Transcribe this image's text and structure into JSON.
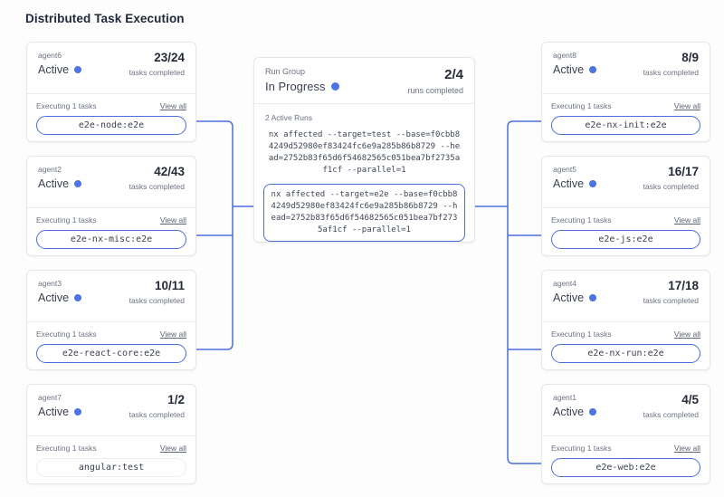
{
  "title": "Distributed Task Execution",
  "colors": {
    "accent": "#4a6edb",
    "status_dot": "#4c74e2"
  },
  "labels": {
    "tasks_completed": "tasks completed",
    "executing": "Executing 1 tasks",
    "view_all": "View all"
  },
  "agents_left": [
    {
      "name": "agent6",
      "status": "Active",
      "count": "23/24",
      "task": "e2e-node:e2e"
    },
    {
      "name": "agent2",
      "status": "Active",
      "count": "42/43",
      "task": "e2e-nx-misc:e2e"
    },
    {
      "name": "agent3",
      "status": "Active",
      "count": "10/11",
      "task": "e2e-react-core:e2e"
    },
    {
      "name": "agent7",
      "status": "Active",
      "count": "1/2",
      "task": "angular:test"
    }
  ],
  "agents_right": [
    {
      "name": "agent8",
      "status": "Active",
      "count": "8/9",
      "task": "e2e-nx-init:e2e"
    },
    {
      "name": "agent5",
      "status": "Active",
      "count": "16/17",
      "task": "e2e-js:e2e"
    },
    {
      "name": "agent4",
      "status": "Active",
      "count": "17/18",
      "task": "e2e-nx-run:e2e"
    },
    {
      "name": "agent1",
      "status": "Active",
      "count": "4/5",
      "task": "e2e-web:e2e"
    }
  ],
  "run_group": {
    "label": "Run Group",
    "status": "In Progress",
    "count": "2/4",
    "count_label": "runs completed",
    "active_runs": "2 Active Runs",
    "commands": [
      "nx affected --target=test --base=f0cbb84249d52980ef83424fc6e9a285b86b8729 --head=2752b83f65d6f54682565c051bea7bf2735af1cf --parallel=1",
      "nx affected --target=e2e --base=f0cbb84249d52980ef83424fc6e9a285b86b8729 --head=2752b83f65d6f54682565c051bea7bf2735af1cf --parallel=1"
    ]
  }
}
